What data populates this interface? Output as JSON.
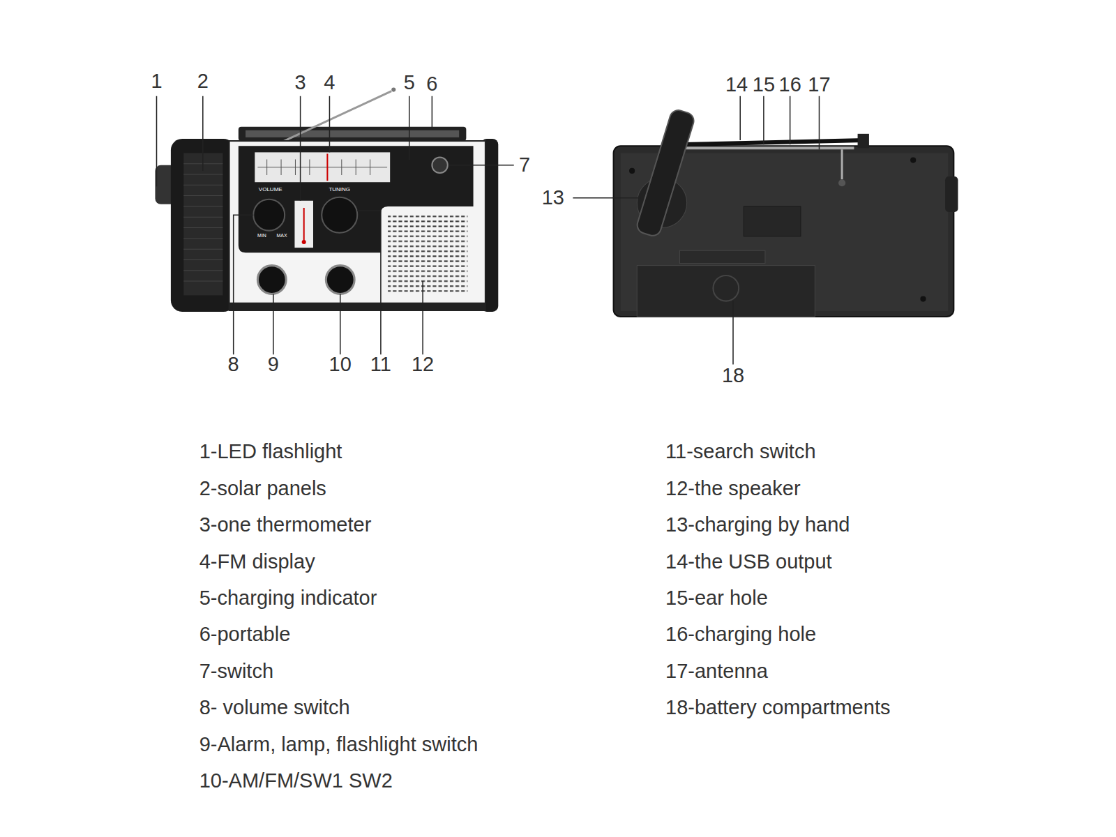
{
  "diagram": {
    "labels": [
      "1",
      "2",
      "3",
      "4",
      "5",
      "6",
      "7",
      "8",
      "9",
      "10",
      "11",
      "12",
      "13",
      "14",
      "15",
      "16",
      "17",
      "18",
      "1-LED flashlight",
      "2-solar panels",
      "3-one thermometer",
      "4-FM display",
      "5-charging indicator",
      "6-portable",
      "7-switch",
      "8- volume switch",
      "9-Alarm, lamp, flashlight switch",
      "10-AM/FM/SW1 SW2",
      "11-search switch",
      "12-the speaker",
      "13-charging by hand",
      "14-the USB output",
      "15-ear hole",
      "16-charging hole",
      "17-antenna",
      "18-battery compartments",
      "VOLUME",
      "TUNING",
      "MIN",
      "MAX"
    ]
  }
}
